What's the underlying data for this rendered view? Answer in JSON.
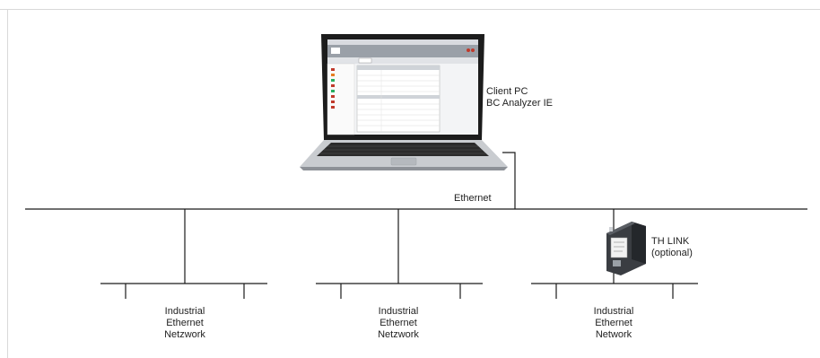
{
  "client": {
    "line1": "Client PC",
    "line2": "BC Analyzer IE"
  },
  "ethernet_label": "Ethernet",
  "th_link": {
    "line1": "TH LINK",
    "line2": "(optional)"
  },
  "networks": [
    {
      "line1": "Industrial",
      "line2": "Ethernet",
      "line3": "Netzwork"
    },
    {
      "line1": "Industrial",
      "line2": "Ethernet",
      "line3": "Netzwork"
    },
    {
      "line1": "Industrial",
      "line2": "Ethernet",
      "line3": "Network"
    }
  ],
  "colors": {
    "line": "#1a1a1a",
    "laptop_body": "#c9ccd0",
    "laptop_bezel": "#1c1c1c",
    "keyboard": "#2b2b2b",
    "device": "#3a3d42"
  }
}
